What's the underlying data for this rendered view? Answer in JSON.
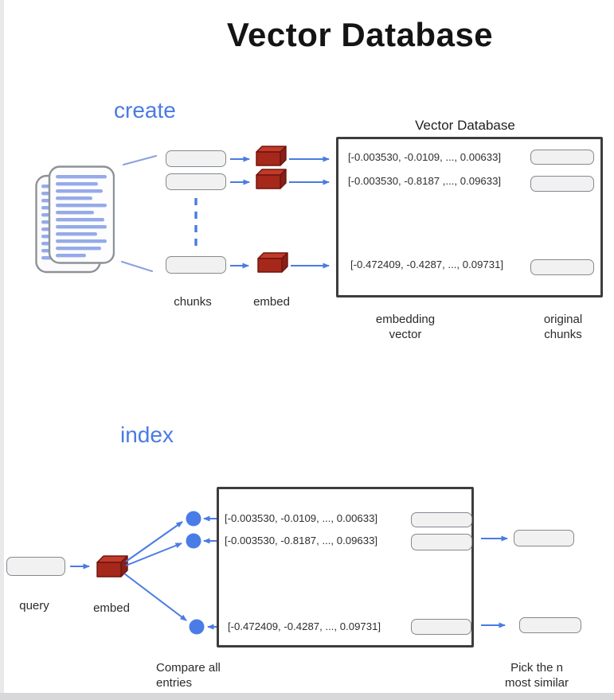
{
  "title": "Vector Database",
  "create": {
    "section_label": "create",
    "chunks_label": "chunks",
    "embed_label": "embed",
    "db_title": "Vector Database",
    "vectors": [
      "[-0.003530, -0.0109, ..., 0.00633]",
      "[-0.003530, -0.8187 ,..., 0.09633]",
      "[-0.472409, -0.4287, ..., 0.09731]"
    ],
    "embedding_vector_caption": "embedding vector",
    "original_chunks_caption": "original chunks"
  },
  "index": {
    "section_label": "index",
    "query_label": "query",
    "embed_label": "embed",
    "vectors": [
      "[-0.003530, -0.0109, ..., 0.00633]",
      "[-0.003530, -0.8187, ..., 0.09633]",
      "[-0.472409, -0.4287, ..., 0.09731]"
    ],
    "compare_caption": "Compare all entries",
    "pick_caption": "Pick the n most similar"
  },
  "colors": {
    "accent_blue": "#4a7be2",
    "dot_blue": "#4a7ce8",
    "doc_line_periwinkle": "#93a8e8",
    "cube_front_red": "#a5281b",
    "cube_top_red": "#c23a2b",
    "cube_side_red": "#87structure2015",
    "db_border": "#3d3d3d",
    "chunk_fill": "#f1f1f2"
  }
}
